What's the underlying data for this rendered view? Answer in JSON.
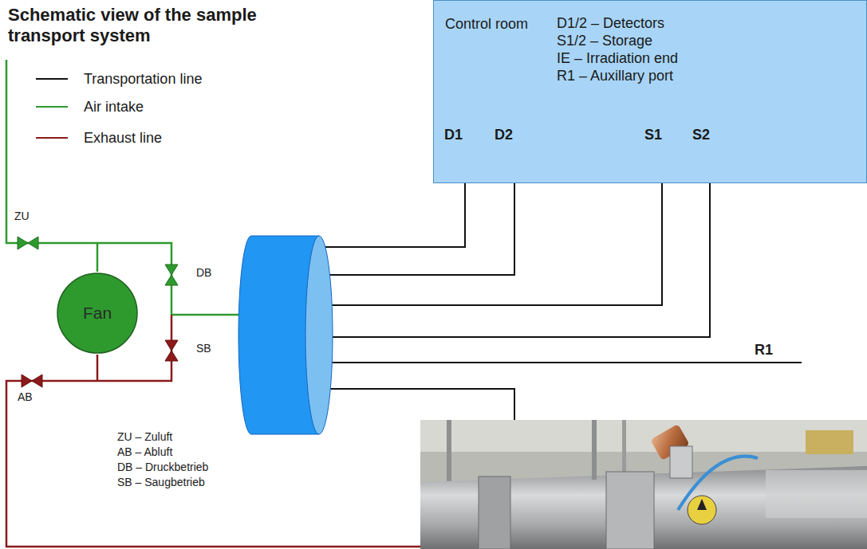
{
  "diagram": {
    "title": "Schematic view of the sample transport system",
    "nodes": [
      {
        "text": [
          "Control room",
          "D1/2 – Detectors",
          "S1/2 – Storage",
          "IE – Irradiation end",
          "R1 – Auxillary port"
        ]
      },
      {
        "text": [
          "Fan"
        ]
      }
    ],
    "labels": [
      "ZU",
      "DB",
      "SB",
      "AB",
      "D1",
      "D2",
      "S1",
      "S2",
      "R1",
      "ZU – Zuluft",
      "AB – Abluft",
      "DB – Druckbetrieb",
      "SB – Saugbetrieb"
    ],
    "legend": [
      {
        "text": "Transportation line"
      },
      {
        "text": "Air intake"
      },
      {
        "text": "Exhaust line"
      }
    ]
  }
}
